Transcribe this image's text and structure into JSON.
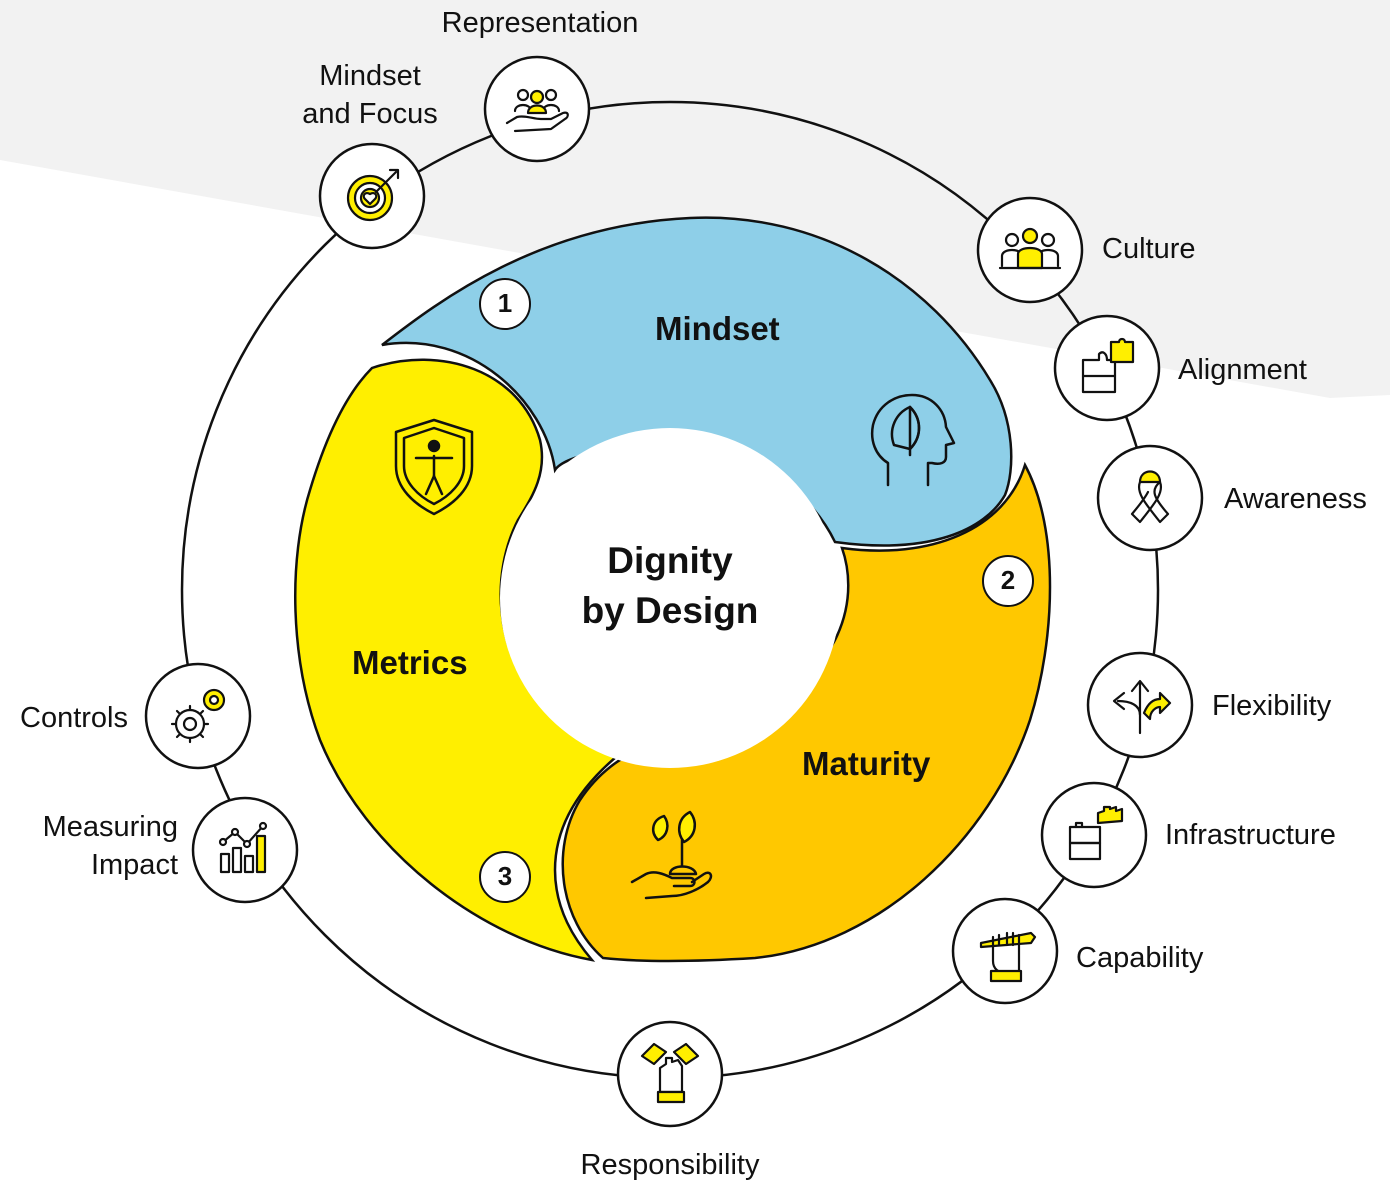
{
  "center": {
    "line1": "Dignity",
    "line2": "by Design"
  },
  "segments": [
    {
      "id": "mindset",
      "label": "Mindset",
      "number": "1",
      "color": "#8ecfe8",
      "icon": "head-leaf-icon"
    },
    {
      "id": "maturity",
      "label": "Maturity",
      "number": "2",
      "color": "#ffc800",
      "icon": "hand-sprout-icon"
    },
    {
      "id": "metrics",
      "label": "Metrics",
      "number": "3",
      "color": "#ffef00",
      "icon": "accessibility-shield-icon"
    }
  ],
  "nodes": [
    {
      "id": "representation",
      "label": "Representation",
      "icon": "people-in-hand-icon"
    },
    {
      "id": "mindset-and-focus",
      "lines": [
        "Mindset",
        "and Focus"
      ],
      "icon": "target-heart-icon"
    },
    {
      "id": "culture",
      "label": "Culture",
      "icon": "group-icon"
    },
    {
      "id": "alignment",
      "label": "Alignment",
      "icon": "puzzle-icon"
    },
    {
      "id": "awareness",
      "label": "Awareness",
      "icon": "ribbon-icon"
    },
    {
      "id": "flexibility",
      "label": "Flexibility",
      "icon": "split-arrows-icon"
    },
    {
      "id": "infrastructure",
      "label": "Infrastructure",
      "icon": "blocks-icon"
    },
    {
      "id": "capability",
      "label": "Capability",
      "icon": "fist-pencil-icon"
    },
    {
      "id": "responsibility",
      "label": "Responsibility",
      "icon": "stacked-hands-icon"
    },
    {
      "id": "measuring-impact",
      "lines": [
        "Measuring",
        "Impact"
      ],
      "icon": "bar-chart-icon"
    },
    {
      "id": "controls",
      "label": "Controls",
      "icon": "gears-icon"
    }
  ],
  "colors": {
    "outline": "#111111",
    "accent_yellow": "#ffef00",
    "accent_gold": "#ffc800",
    "accent_blue": "#8ecfe8",
    "background_band": "#f2f2f2"
  }
}
